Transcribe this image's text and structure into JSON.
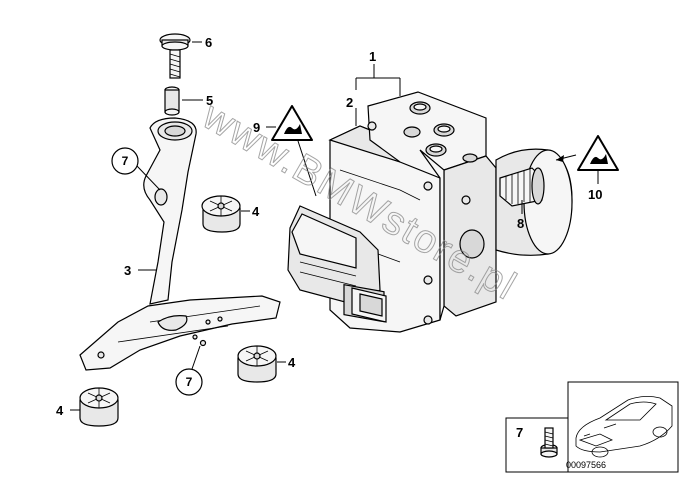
{
  "callouts": {
    "c1": "1",
    "c2": "2",
    "c3": "3",
    "c4a": "4",
    "c4b": "4",
    "c4c": "4",
    "c5": "5",
    "c6": "6",
    "c7a": "7",
    "c7b": "7",
    "c8": "8",
    "c9": "9",
    "c10": "10",
    "c7c": "7"
  },
  "watermark": "www.BMWstore.pl",
  "reference_number": "00097566",
  "icons": {
    "warning_triangle": "warning-triangle-icon",
    "car_thumbnail": "car-icon"
  }
}
